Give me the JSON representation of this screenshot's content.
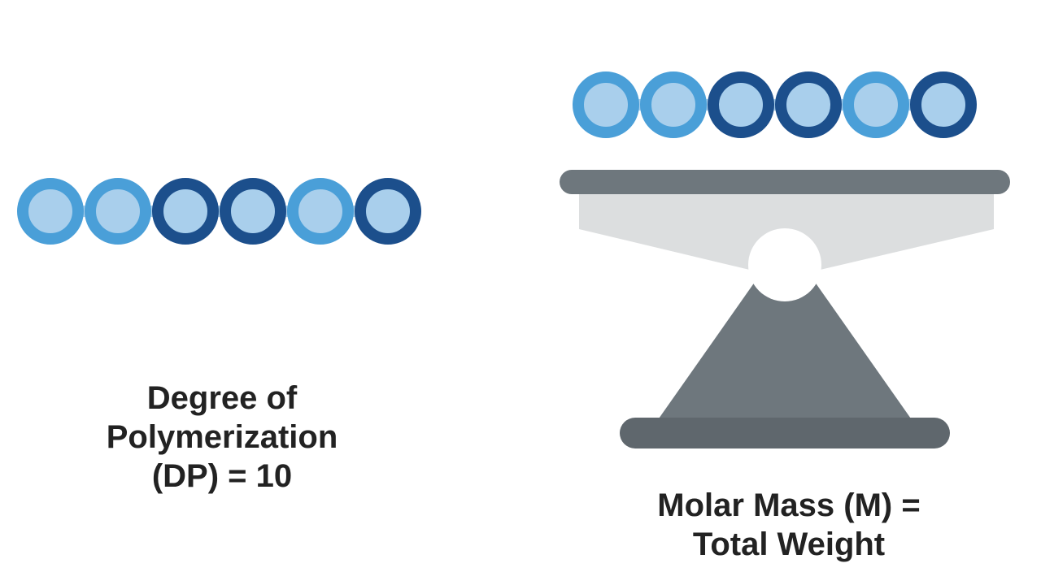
{
  "labels": {
    "dp": {
      "line1": "Degree of",
      "line2": "Polymerization",
      "line3": "(DP) = 10"
    },
    "mm": {
      "line1": "Molar Mass (M) =",
      "line2": "Total Weight"
    }
  },
  "chains": {
    "left": [
      "light",
      "light",
      "dark",
      "dark",
      "light",
      "dark"
    ],
    "right": [
      "light",
      "light",
      "dark",
      "dark",
      "light",
      "dark"
    ]
  },
  "colors": {
    "bead_light_ring": "#4a9fd8",
    "bead_dark_ring": "#1c4f8c",
    "bead_fill": "#a9cfec",
    "link": "#a9cfec",
    "scale_plate": "#6e777d",
    "scale_tray": "#dcdedf",
    "scale_pivot": "#ffffff",
    "scale_stand": "#6e777d",
    "scale_base": "#5f676d",
    "text": "#222222"
  }
}
